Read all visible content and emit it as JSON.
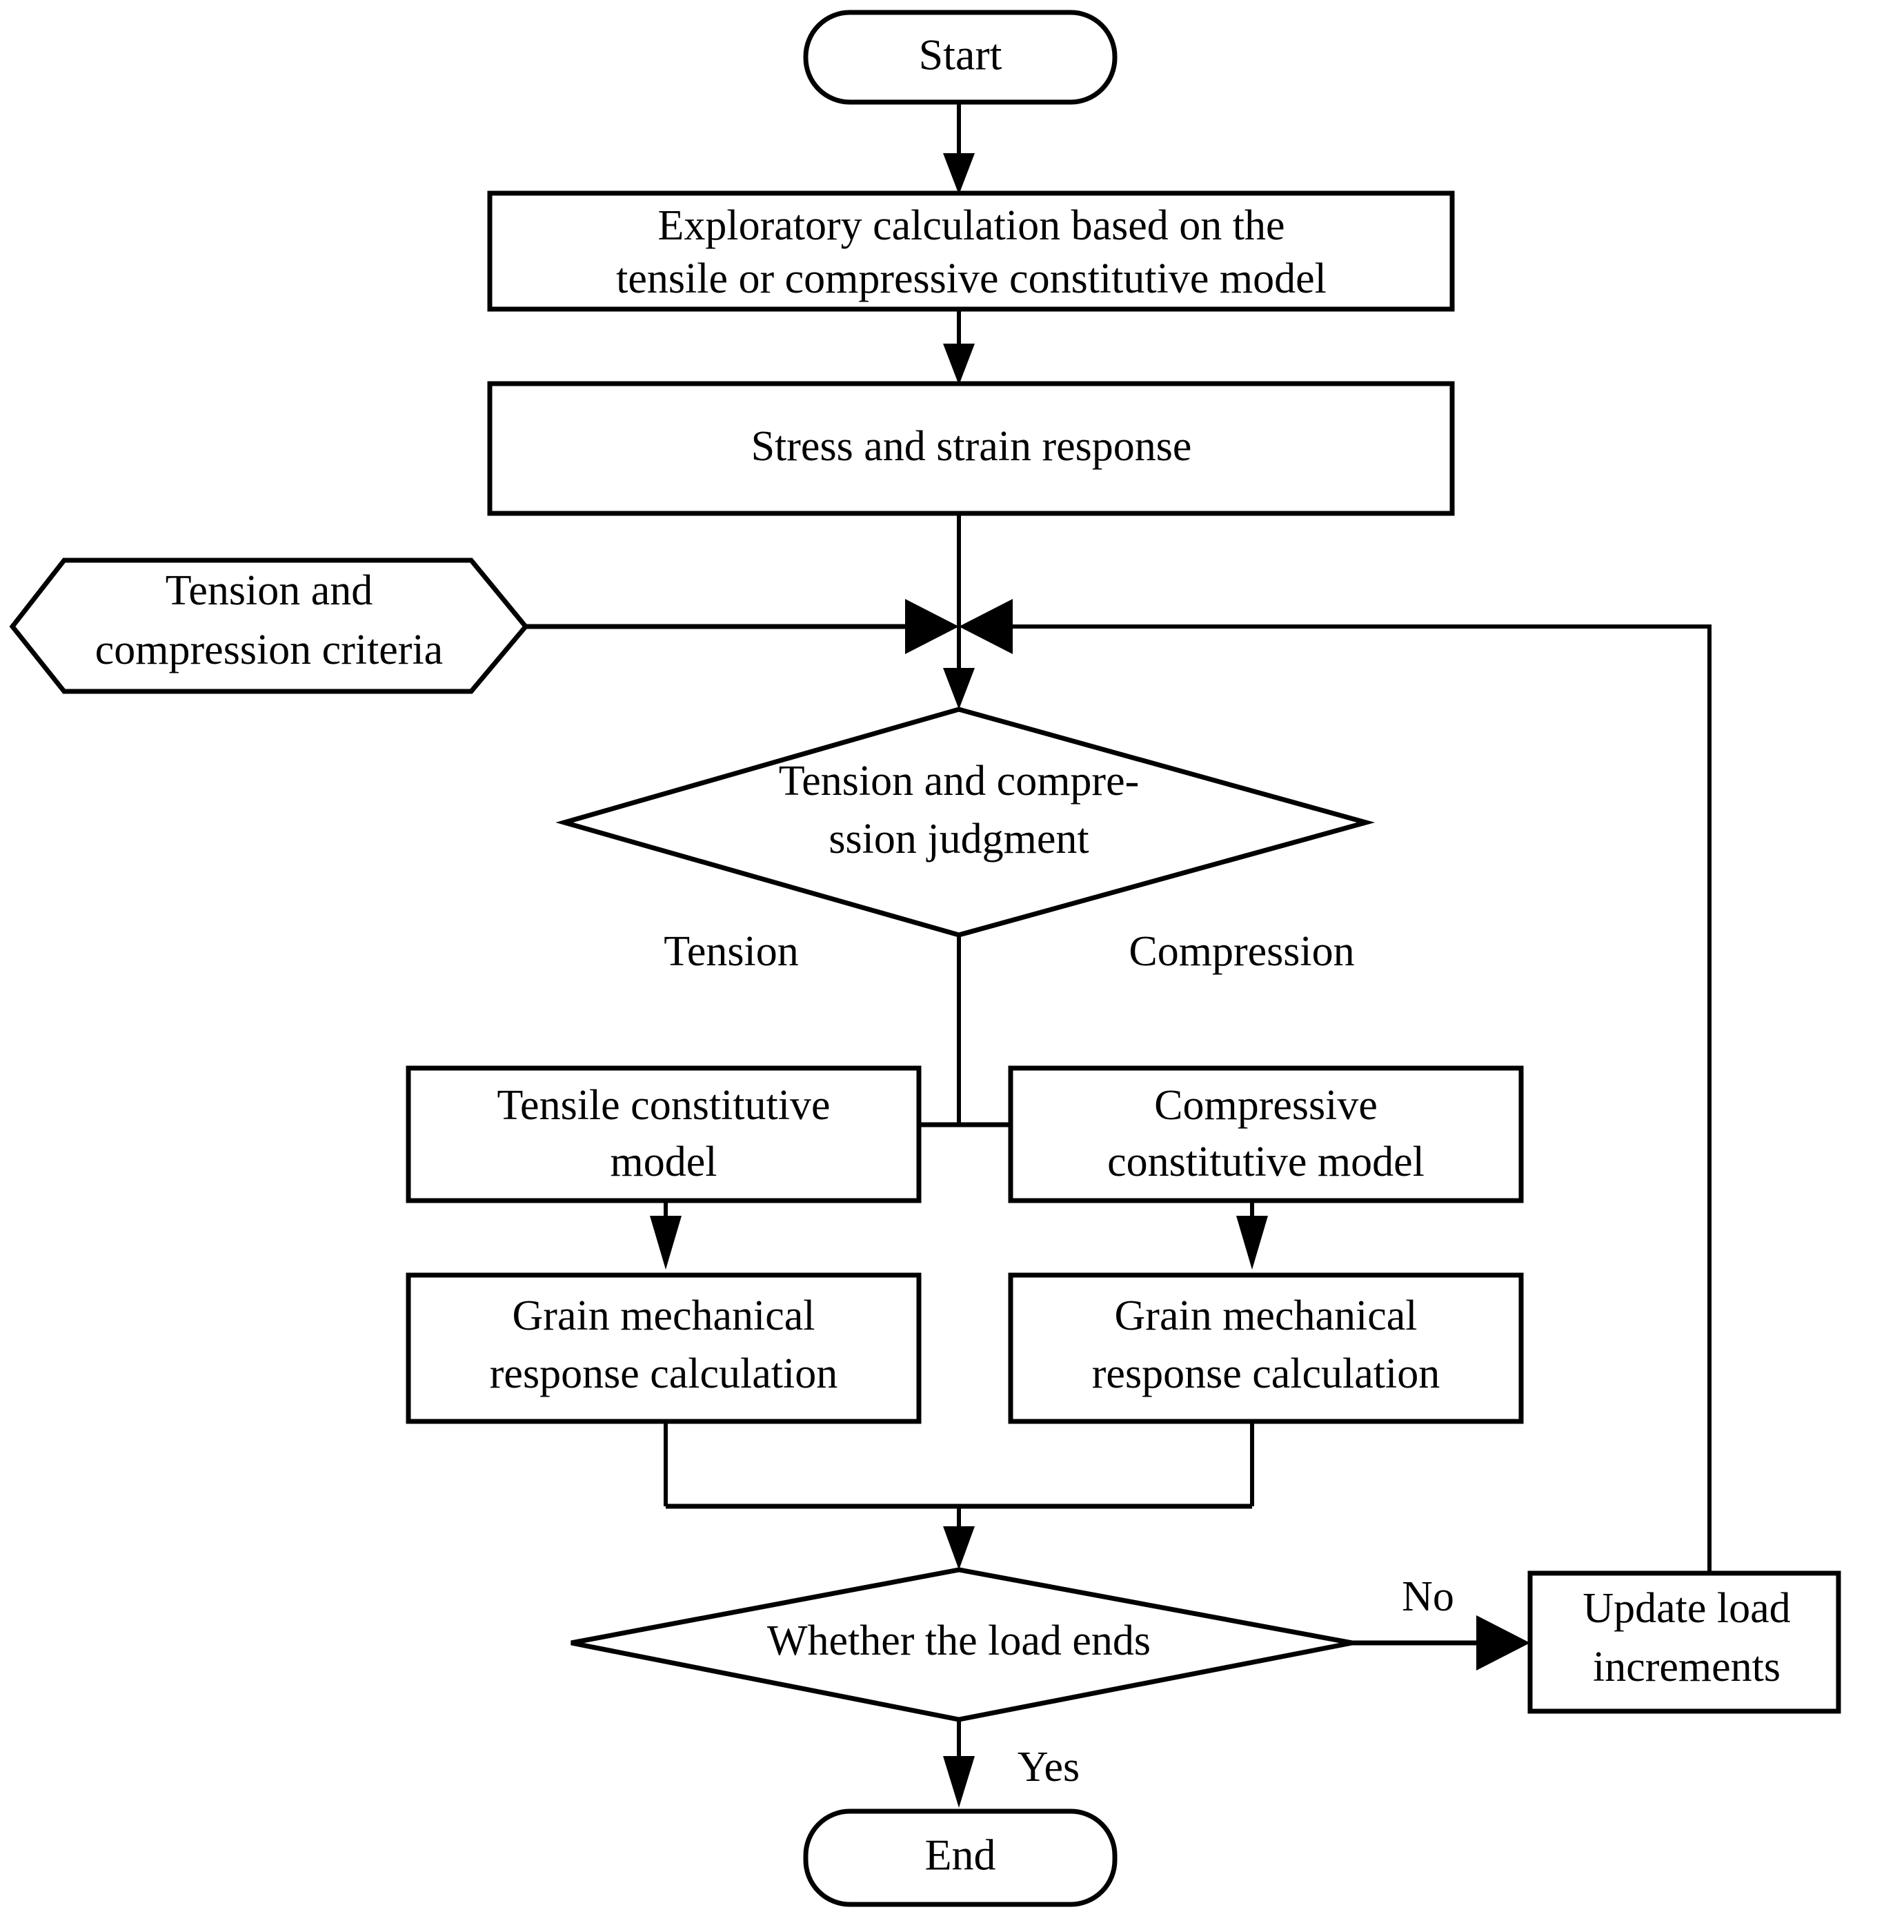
{
  "diagram": {
    "title": "Tension-compression constitutive model computation flowchart",
    "type": "flowchart",
    "background_color": "#ffffff",
    "stroke_color": "#000000"
  },
  "nodes": {
    "start": {
      "label": "Start",
      "shape": "stadium"
    },
    "exploratory": {
      "line1": "Exploratory calculation based on the",
      "line2": "tensile or compressive constitutive model",
      "shape": "rectangle"
    },
    "stress_strain": {
      "label": "Stress and strain response",
      "shape": "rectangle"
    },
    "criteria": {
      "line1": "Tension and",
      "line2": "compression criteria",
      "shape": "hexagon"
    },
    "judgment": {
      "line1": "Tension and compre-",
      "line2": "ssion judgment",
      "shape": "diamond"
    },
    "tensile_model": {
      "line1": "Tensile constitutive",
      "line2": "model",
      "shape": "rectangle"
    },
    "compressive_model": {
      "line1": "Compressive",
      "line2": "constitutive model",
      "shape": "rectangle"
    },
    "grain_left": {
      "line1": "Grain mechanical",
      "line2": "response calculation",
      "shape": "rectangle"
    },
    "grain_right": {
      "line1": "Grain mechanical",
      "line2": "response calculation",
      "shape": "rectangle"
    },
    "load_ends": {
      "label": "Whether the load ends",
      "shape": "diamond"
    },
    "update_load": {
      "line1": "Update load",
      "line2": "increments",
      "shape": "rectangle"
    },
    "end": {
      "label": "End",
      "shape": "stadium"
    }
  },
  "edge_labels": {
    "tension": "Tension",
    "compression": "Compression",
    "no": "No",
    "yes": "Yes"
  }
}
